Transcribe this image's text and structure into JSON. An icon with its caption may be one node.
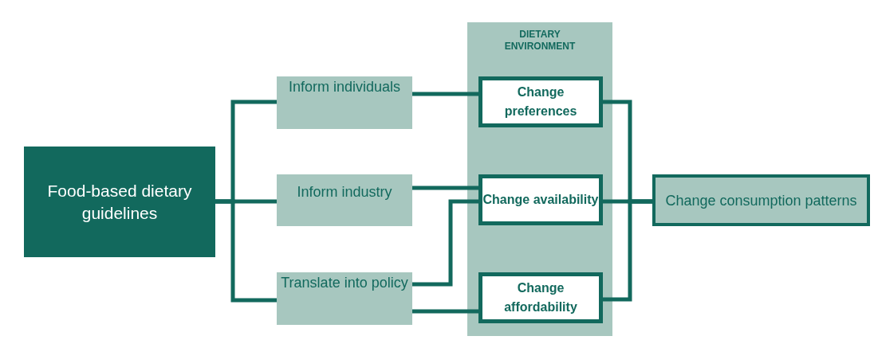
{
  "diagram": {
    "nodes": [
      {
        "text": [
          "Food-based dietary guidelines"
        ]
      },
      {
        "text": [
          "Inform individuals"
        ]
      },
      {
        "text": [
          "Inform industry"
        ]
      },
      {
        "text": [
          "Translate into policy"
        ]
      },
      {
        "text": [
          "DIETARY ENVIRONMENT"
        ]
      },
      {
        "text": [
          "Change preferences"
        ],
        "in": 4
      },
      {
        "text": [
          "Change availability"
        ],
        "in": 4
      },
      {
        "text": [
          "Change affordability"
        ],
        "in": 4
      },
      {
        "text": [
          "Change consumption patterns"
        ]
      }
    ],
    "edges": [
      {
        "from": 0,
        "to": 1,
        "arrow": "none"
      },
      {
        "from": 0,
        "to": 2,
        "arrow": "none"
      },
      {
        "from": 0,
        "to": 3,
        "arrow": "none"
      },
      {
        "from": 1,
        "to": 5,
        "arrow": "none"
      },
      {
        "from": 2,
        "to": 6,
        "arrow": "none"
      },
      {
        "from": 3,
        "to": 6,
        "arrow": "none"
      },
      {
        "from": 3,
        "to": 7,
        "arrow": "none"
      },
      {
        "from": 5,
        "to": 8,
        "arrow": "none"
      },
      {
        "from": 6,
        "to": 8,
        "arrow": "none"
      },
      {
        "from": 7,
        "to": 8,
        "arrow": "none"
      }
    ]
  }
}
